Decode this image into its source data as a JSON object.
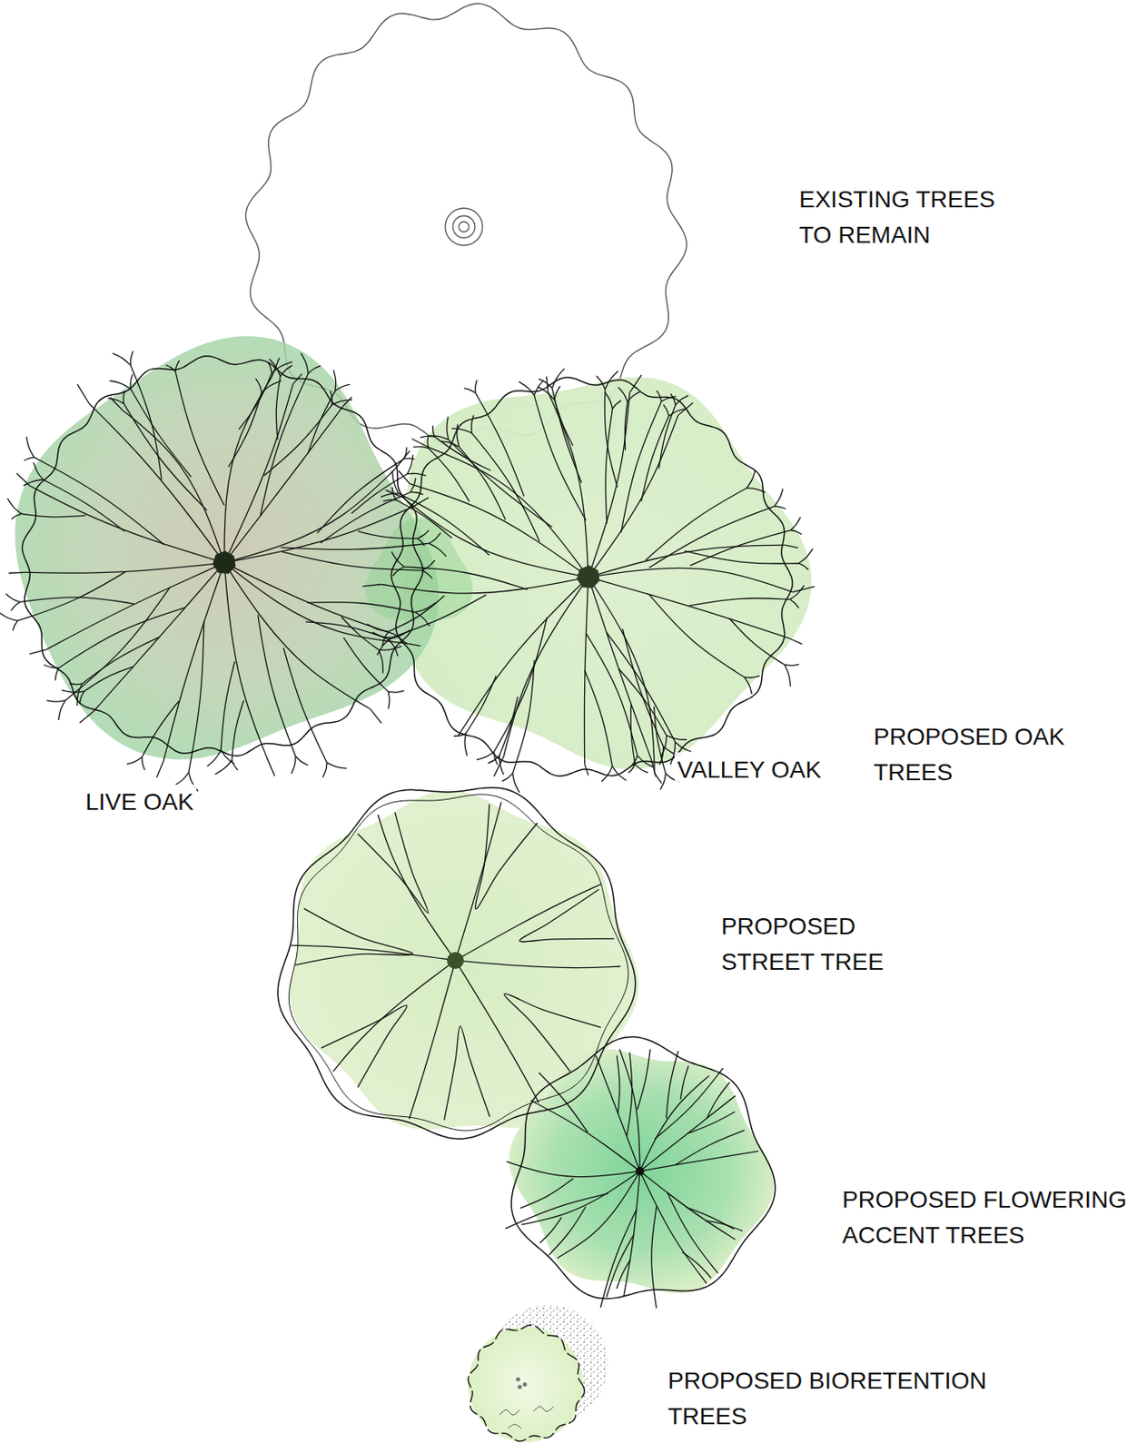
{
  "diagram": {
    "labels": [
      "EXISTING TREES TO REMAIN",
      "LIVE OAK",
      "VALLEY OAK",
      "PROPOSED OAK TREES",
      "PROPOSED STREET TREE",
      "PROPOSED FLOWERING ACCENT TREES",
      "PROPOSED BIORETENTION TREES"
    ]
  }
}
